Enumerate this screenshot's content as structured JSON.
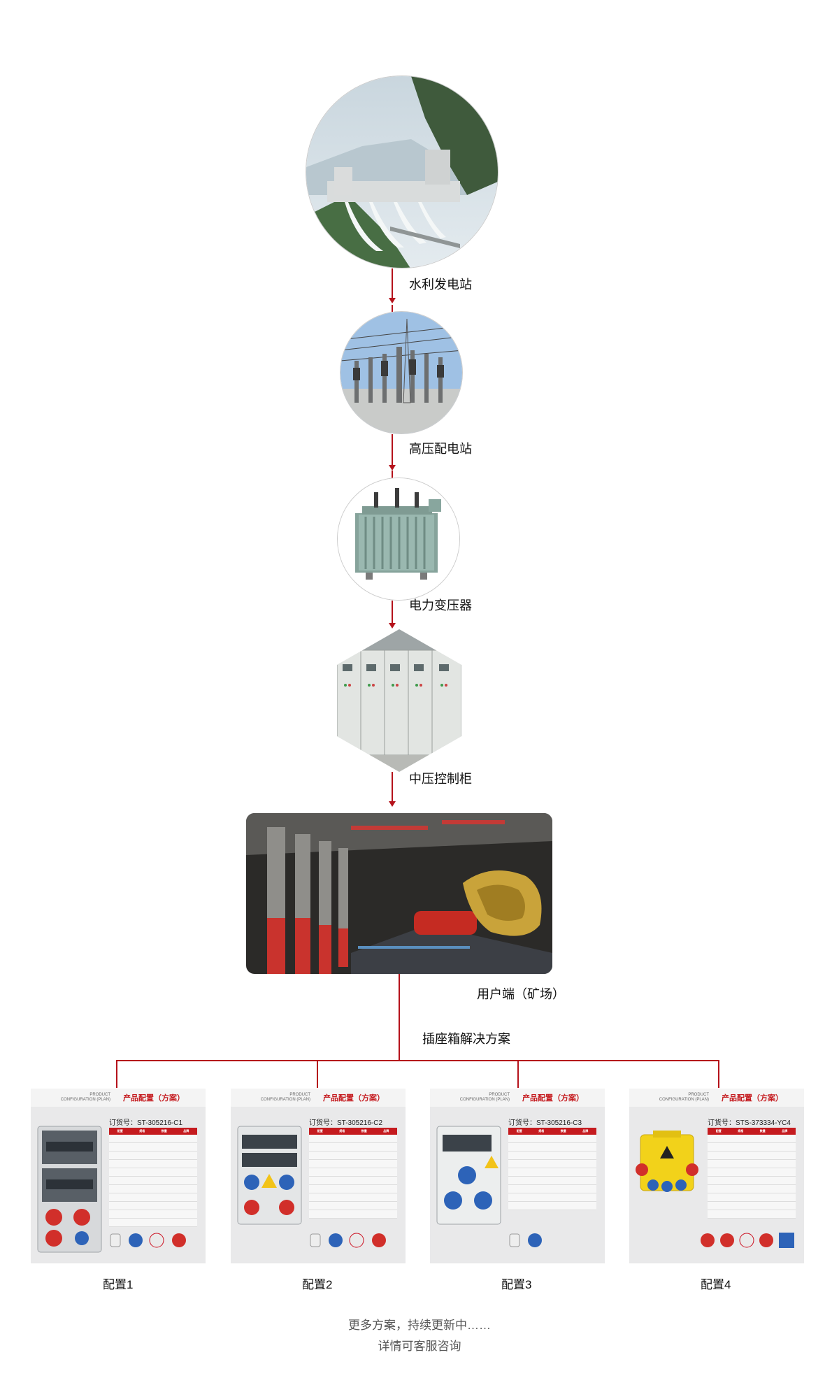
{
  "flow": {
    "steps": [
      {
        "label": "水利发电站",
        "icon": "dam-photo"
      },
      {
        "label": "高压配电站",
        "icon": "substation-photo"
      },
      {
        "label": "电力变压器",
        "icon": "transformer-photo"
      },
      {
        "label": "中压控制柜",
        "icon": "switchgear-photo"
      },
      {
        "label": "用户端（矿场）",
        "icon": "mine-photo"
      }
    ],
    "solution_label": "插座箱解决方案"
  },
  "configs": [
    {
      "header_en": "PRODUCT\nCONFIGURATION (PLAN)",
      "header_cn": "产品配置（方案）",
      "order_no": "订货号：ST-305216-C1",
      "label": "配置1"
    },
    {
      "header_en": "PRODUCT\nCONFIGURATION (PLAN)",
      "header_cn": "产品配置（方案）",
      "order_no": "订货号：ST-305216-C2",
      "label": "配置2"
    },
    {
      "header_en": "PRODUCT\nCONFIGURATION (PLAN)",
      "header_cn": "产品配置（方案）",
      "order_no": "订货号：ST-305216-C3",
      "label": "配置3"
    },
    {
      "header_en": "PRODUCT\nCONFIGURATION (PLAN)",
      "header_cn": "产品配置（方案）",
      "order_no": "订货号：STS-373334-YC4",
      "label": "配置4"
    }
  ],
  "table_headers": [
    "配置",
    "规格",
    "数量",
    "品牌"
  ],
  "bottom": {
    "line1": "更多方案，持续更新中……",
    "line2": "详情可客服咨询"
  },
  "colors": {
    "accent": "#b5121b",
    "header_red": "#c51b1f"
  }
}
